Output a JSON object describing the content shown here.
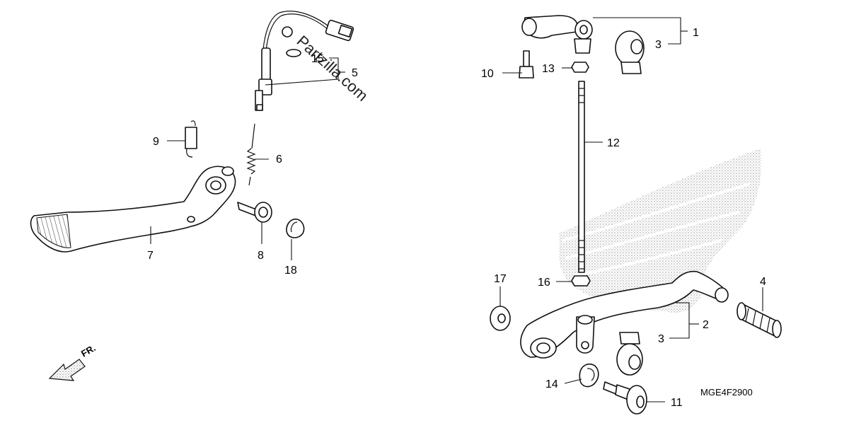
{
  "diagram": {
    "part_code": "MGE4F2900",
    "direction_label": "FR.",
    "watermark": "Partzilla.com",
    "callouts": [
      {
        "id": "c1",
        "label": "1"
      },
      {
        "id": "c2",
        "label": "2"
      },
      {
        "id": "c3a",
        "label": "3"
      },
      {
        "id": "c3b",
        "label": "3"
      },
      {
        "id": "c4",
        "label": "4"
      },
      {
        "id": "c5",
        "label": "5"
      },
      {
        "id": "c6",
        "label": "6"
      },
      {
        "id": "c7",
        "label": "7"
      },
      {
        "id": "c8",
        "label": "8"
      },
      {
        "id": "c9",
        "label": "9"
      },
      {
        "id": "c10",
        "label": "10"
      },
      {
        "id": "c11",
        "label": "11"
      },
      {
        "id": "c12",
        "label": "12"
      },
      {
        "id": "c13",
        "label": "13"
      },
      {
        "id": "c14",
        "label": "14"
      },
      {
        "id": "c15",
        "label": "15"
      },
      {
        "id": "c16",
        "label": "16"
      },
      {
        "id": "c17",
        "label": "17"
      },
      {
        "id": "c18",
        "label": "18"
      }
    ]
  }
}
